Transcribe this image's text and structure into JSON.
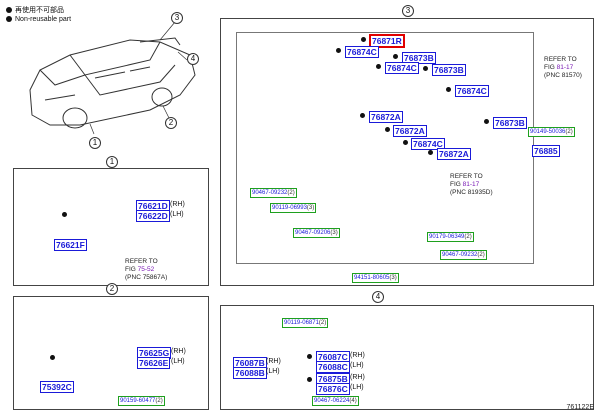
{
  "legend": {
    "item1": "再使用不可部品",
    "item2": "Non-reusable part"
  },
  "callouts": {
    "c1": "1",
    "c2": "2",
    "c3": "3",
    "c4": "4"
  },
  "footer": {
    "ref": "761122E"
  },
  "section1": {
    "parts": [
      {
        "no": "76621D",
        "side": "(RH)"
      },
      {
        "no": "76622D",
        "side": "(LH)"
      },
      {
        "no": "76621F",
        "side": ""
      }
    ],
    "note": {
      "prefix": "REFER TO\nFIG ",
      "link": "75-52",
      "suffix": "\n(PNC 75867A)"
    }
  },
  "section2": {
    "parts": [
      {
        "no": "76625G",
        "side": "(RH)"
      },
      {
        "no": "76626E",
        "side": "(LH)"
      },
      {
        "no": "75392C",
        "side": ""
      }
    ],
    "bolt": {
      "no": "90159-60477",
      "qty": "(2)"
    }
  },
  "section3": {
    "parts": [
      "76871R",
      "76874C",
      "76873B",
      "76874C",
      "76873B",
      "76874C",
      "76872A",
      "76872A",
      "76874C",
      "76873B",
      "76872A",
      "76885"
    ],
    "bolts": [
      {
        "no": "90467-09232",
        "qty": "(2)"
      },
      {
        "no": "90119-06993",
        "qty": "(3)"
      },
      {
        "no": "90467-09206",
        "qty": "(3)"
      },
      {
        "no": "90179-06349",
        "qty": "(2)"
      },
      {
        "no": "90467-09232",
        "qty": "(2)"
      },
      {
        "no": "94151-80605",
        "qty": "(3)"
      },
      {
        "no": "90149-50036",
        "qty": "(2)"
      }
    ],
    "note_right": {
      "prefix": "REFER TO\nFIG ",
      "link": "81-17",
      "suffix": "\n(PNC 81570)"
    },
    "note_mid": {
      "prefix": "REFER TO\nFIG ",
      "link": "81-17",
      "suffix": "\n(PNC 81935D)"
    }
  },
  "section4": {
    "bolt_top": {
      "no": "90119-06871",
      "qty": "(2)"
    },
    "parts_left": [
      {
        "no": "76087B",
        "side": "(RH)"
      },
      {
        "no": "76088B",
        "side": "(LH)"
      }
    ],
    "parts_mid": [
      {
        "no": "76087C",
        "side": "(RH)"
      },
      {
        "no": "76088C",
        "side": "(LH)"
      },
      {
        "no": "76875B",
        "side": "(RH)"
      },
      {
        "no": "76876C",
        "side": "(LH)"
      }
    ],
    "bolt_bottom": {
      "no": "90467-06224",
      "qty": "(4)"
    }
  }
}
